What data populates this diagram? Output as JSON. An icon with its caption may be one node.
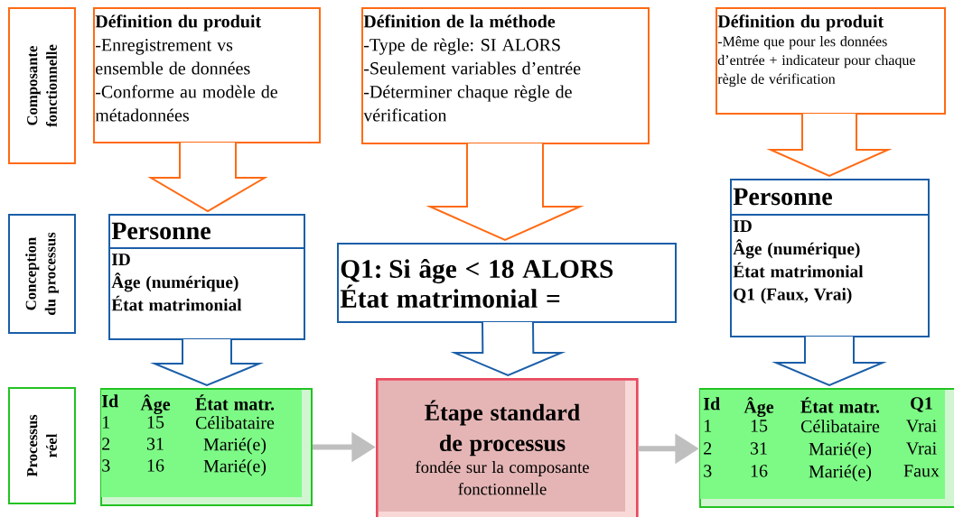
{
  "diagram": {
    "nodes": [
      {
        "text": [
          "Composante fonctionnelle"
        ]
      },
      {
        "text": [
          "Définition du produit",
          "-Enregistrement vs ensemble de données",
          "-Conforme au modèle de métadonnées"
        ]
      },
      {
        "text": [
          "Définition de la méthode",
          "-Type de règle: SI ALORS",
          "-Seulement variables d’entrée",
          "-Déterminer chaque règle de vérification"
        ]
      },
      {
        "text": [
          "Définition du produit",
          "-Même que pour les données d’entrée + indicateur pour chaque règle de vérification"
        ]
      },
      {
        "text": [
          "Conception du processus"
        ]
      },
      {
        "text": [
          "Personne",
          "ID",
          "Âge (numérique)",
          "État matrimonial"
        ]
      },
      {
        "text": [
          "Q1: Si âge < 18 ALORS État matrimonial ="
        ]
      },
      {
        "text": [
          "Personne",
          "ID",
          "Âge (numérique)",
          "État matrimonial",
          "Q1 (Faux, Vrai)"
        ]
      },
      {
        "text": [
          "Processus réel"
        ]
      },
      {
        "text": [
          "Id",
          "Âge",
          "État matr.",
          "1",
          "15",
          "Célibataire",
          "2",
          "31",
          "Marié(e)",
          "3",
          "16",
          "Marié(e)"
        ]
      },
      {
        "text": [
          "Étape standard de processus",
          "fondée sur la composante fonctionnelle"
        ]
      },
      {
        "text": [
          "Id",
          "Âge",
          "État matr.",
          "Q1",
          "1",
          "15",
          "Célibataire",
          "Vrai",
          "2",
          "31",
          "Marié(e)",
          "Vrai",
          "3",
          "16",
          "Marié(e)",
          "Faux"
        ]
      }
    ],
    "edges": [
      {
        "from": 1,
        "to": 5,
        "arrow": "to",
        "color": "#ff6a13"
      },
      {
        "from": 2,
        "to": 6,
        "arrow": "to",
        "color": "#ff6a13"
      },
      {
        "from": 3,
        "to": 7,
        "arrow": "to",
        "color": "#ff6a13"
      },
      {
        "from": 5,
        "to": 9,
        "arrow": "to",
        "color": "#1a5ea8"
      },
      {
        "from": 6,
        "to": 10,
        "arrow": "to",
        "color": "#1a5ea8"
      },
      {
        "from": 7,
        "to": 11,
        "arrow": "to",
        "color": "#1a5ea8"
      },
      {
        "from": 9,
        "to": 10,
        "arrow": "to",
        "color": "#bfbfbf"
      },
      {
        "from": 10,
        "to": 11,
        "arrow": "to",
        "color": "#bfbfbf"
      }
    ]
  }
}
